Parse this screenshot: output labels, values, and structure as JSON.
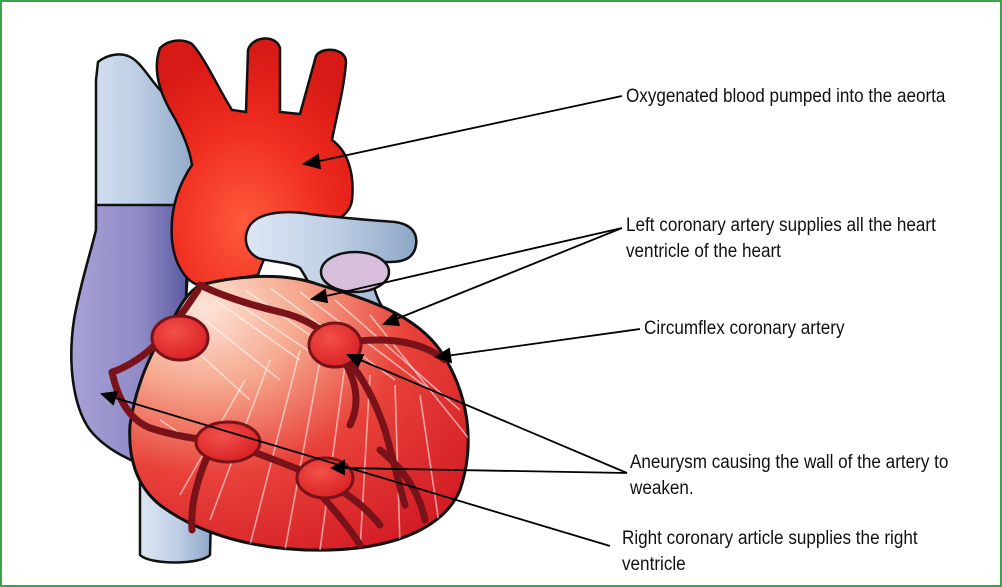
{
  "labels": {
    "aorta": "Oxygenated blood pumped into the aeorta",
    "left_coronary": {
      "line1": "Left coronary artery supplies all the heart",
      "line2": "ventricle of the heart"
    },
    "circumflex": "Circumflex coronary artery",
    "aneurysm": {
      "line1": "Aneurysm causing the wall of the artery to",
      "line2": "weaken."
    },
    "right_coronary": {
      "line1": "Right coronary article supplies the right",
      "line2": "ventricle"
    }
  },
  "colors": {
    "frame_border": "#3aa24a",
    "aorta_red": "#e8231b",
    "vein_blue": "#c2d2e6",
    "vena_cava_purple": "#8f8ac6",
    "heart_outline": "#7a1219",
    "pulmonary_lilac": "#d7bfdc",
    "leader_line": "#000000"
  }
}
